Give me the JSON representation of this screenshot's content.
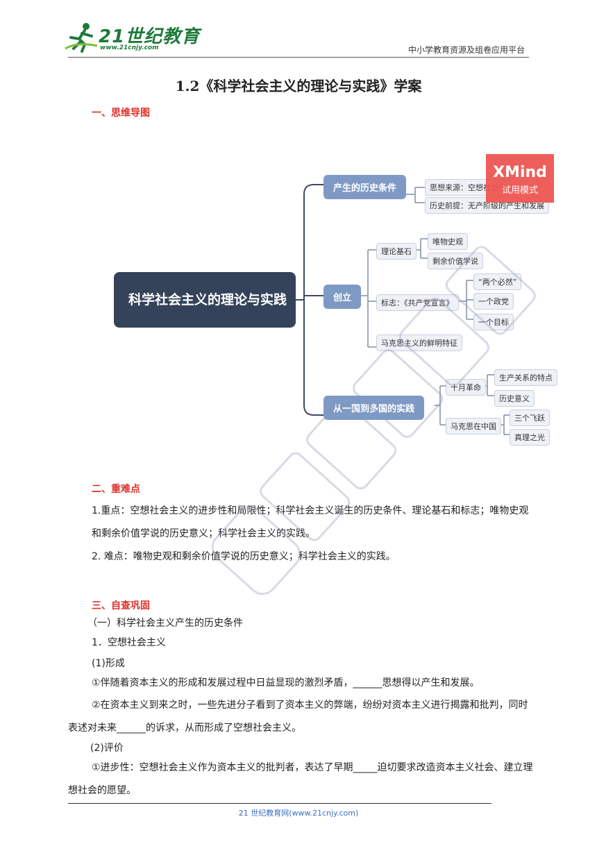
{
  "header": {
    "logo_main": "21世纪教育",
    "logo_url": "www.21cnjy.com",
    "right_text": "中小学教育资源及组卷应用平台"
  },
  "title": "1.2《科学社会主义的理论与实践》学案",
  "sections": {
    "mindmap_heading": "一、思维导图",
    "key_heading": "二、重难点",
    "self_heading": "三、自查巩固"
  },
  "mindmap": {
    "root": "科学社会主义的理论与实践",
    "branches": [
      {
        "label": "产生的历史条件",
        "children": [
          "思想来源：空想社会主义",
          "历史前提：无产阶级的产生和发展"
        ]
      },
      {
        "label": "创立",
        "children": [
          "理论基石",
          "唯物史观",
          "剩余价值学说",
          "标志：《共产党宣言》",
          "“两个必然”",
          "一个政党",
          "一个目标",
          "马克思主义的鲜明特征"
        ]
      },
      {
        "label": "从一国到多国的实践",
        "children": [
          "十月革命",
          "生产关系的特点",
          "历史意义",
          "马克思在中国",
          "三个飞跃",
          "真理之光"
        ]
      }
    ],
    "badge_title": "XMind",
    "badge_sub": "试用模式"
  },
  "key_points": {
    "p1": "1.重点：空想社会主义的进步性和局限性；科学社会主义诞生的历史条件、理论基石和标志；唯物史观和剩余价值学说的历史意义；科学社会主义的实践。",
    "p2": "2. 难点：唯物史观和剩余价值学说的历史意义；科学社会主义的实践。"
  },
  "self_check": {
    "l1": "（一）科学社会主义产生的历史条件",
    "l2": "1．空想社会主义",
    "l3": "(1)形成",
    "l4": "①伴随着资本主义的形成和发展过程中日益显现的激烈矛盾，______思想得以产生和发展。",
    "l5": "②在资本主义到来之时，一些先进分子看到了资本主义的弊端，纷纷对资本主义进行揭露和批判，同时表述对未来______的诉求，从而形成了空想社会主义。",
    "l6": "(2)评价",
    "l7": "①进步性：空想社会主义作为资本主义的批判者，表达了早期_____迫切要求改造资本主义社会、建立理想社会的愿望。"
  },
  "footer": "21 世纪教育网(www.21cnjy.com)",
  "colors": {
    "heading_red": "#e0302a",
    "root_dark": "#34435a",
    "branch_blue": "#7e9ac4",
    "xmind_red": "#ee5551"
  }
}
